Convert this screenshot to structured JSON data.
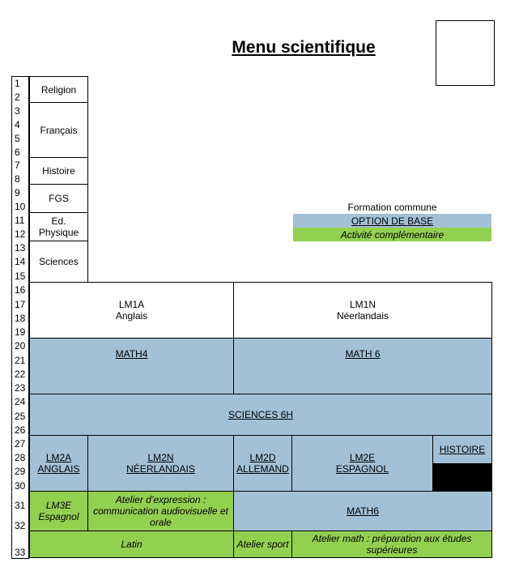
{
  "title": "Menu scientifique",
  "row_numbers": [
    "1",
    "2",
    "3",
    "4",
    "5",
    "6",
    "7",
    "8",
    "9",
    "10",
    "11",
    "12",
    "13",
    "14",
    "15",
    "16",
    "17",
    "18",
    "19",
    "20",
    "21",
    "22",
    "23",
    "24",
    "25",
    "26",
    "27",
    "28",
    "29",
    "30",
    "31",
    "32",
    "33"
  ],
  "common_subjects": [
    {
      "label": "Religion"
    },
    {
      "label": "Français"
    },
    {
      "label": "Histoire"
    },
    {
      "label": "FGS"
    },
    {
      "label": "Ed.\nPhysique"
    },
    {
      "label": "Sciences"
    }
  ],
  "legend": {
    "common": "Formation commune",
    "base": "OPTION DE BASE",
    "complementary": "Activité complémentaire"
  },
  "blocks": {
    "lm1a": "LM1A\nAnglais",
    "lm1n": "LM1N\nNéerlandais",
    "math4": "MATH4",
    "math6_a": "MATH 6",
    "sciences6h": "SCIENCES 6H",
    "lm2a": "LM2A\nANGLAIS",
    "lm2n": "LM2N\nNÉERLANDAIS",
    "lm2d": "LM2D\nALLEMAND",
    "lm2e": "LM2E\nESPAGNOL",
    "histoire": "HISTOIRE",
    "lm3e": "LM3E\nEspagnol",
    "atelier_expression": "Atelier d’expression :\ncommunication audiovisuelle et\norale",
    "math6_b": "MATH6",
    "latin": "Latin",
    "atelier_sport": "Atelier sport",
    "atelier_math": "Atelier math : préparation aux études\nsupérieures"
  },
  "colors": {
    "blue": "#a3c1d6",
    "green": "#92d050",
    "black": "#000000"
  }
}
